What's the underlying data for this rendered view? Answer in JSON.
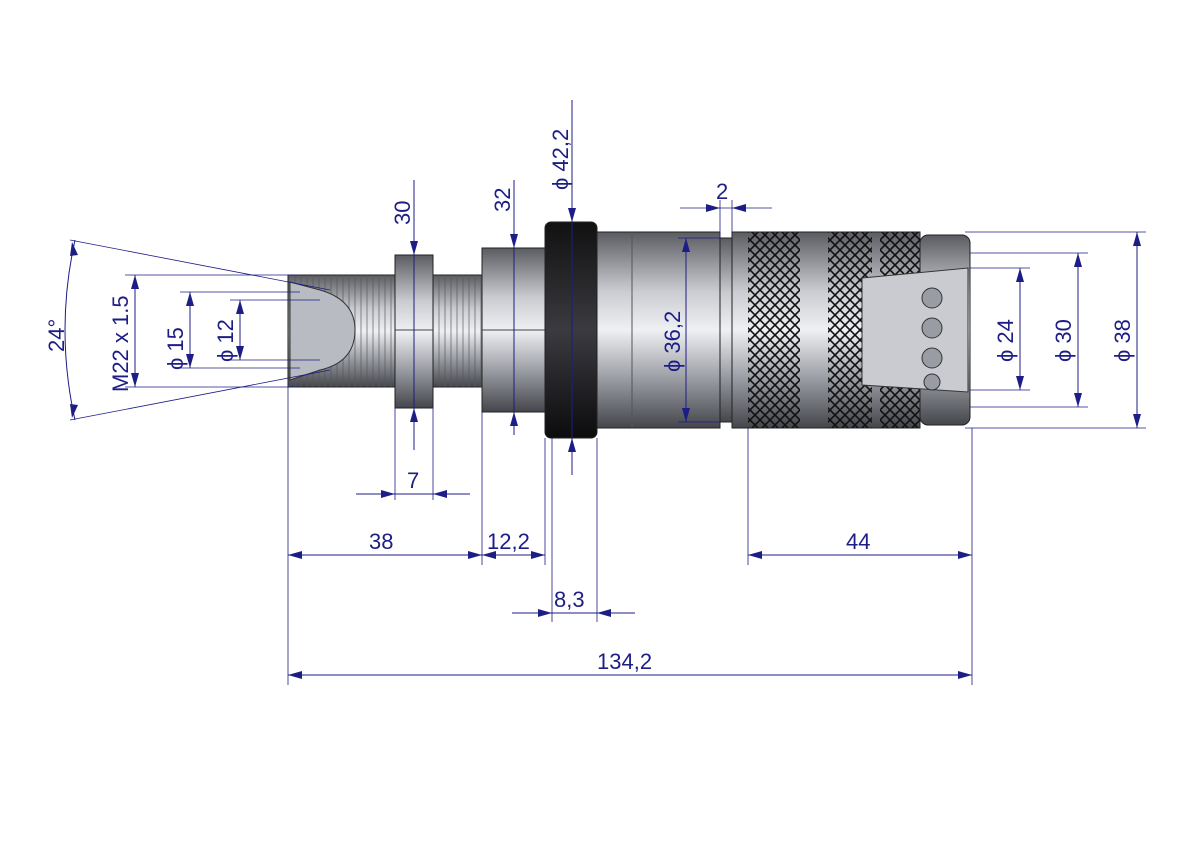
{
  "drawing": {
    "title": "Quick coupling technical drawing",
    "colors": {
      "dimension": "#1d1d86",
      "metal": "#9a9ca3",
      "ring": "#1e1e22"
    },
    "dimensions": {
      "angle": "24°",
      "thread": "M22 x 1.5",
      "dia_15": "ϕ 15",
      "dia_12": "ϕ 12",
      "nut_30": "30",
      "hex_32": "32",
      "dia_42_2": "ϕ 42,2",
      "gap_2": "2",
      "dia_36_2": "ϕ 36,2",
      "dia_24": "ϕ 24",
      "dia_30": "ϕ 30",
      "dia_38": "ϕ 38",
      "len_7": "7",
      "len_38": "38",
      "len_12_2": "12,2",
      "len_8_3": "8,3",
      "len_44": "44",
      "len_134_2": "134,2"
    }
  }
}
